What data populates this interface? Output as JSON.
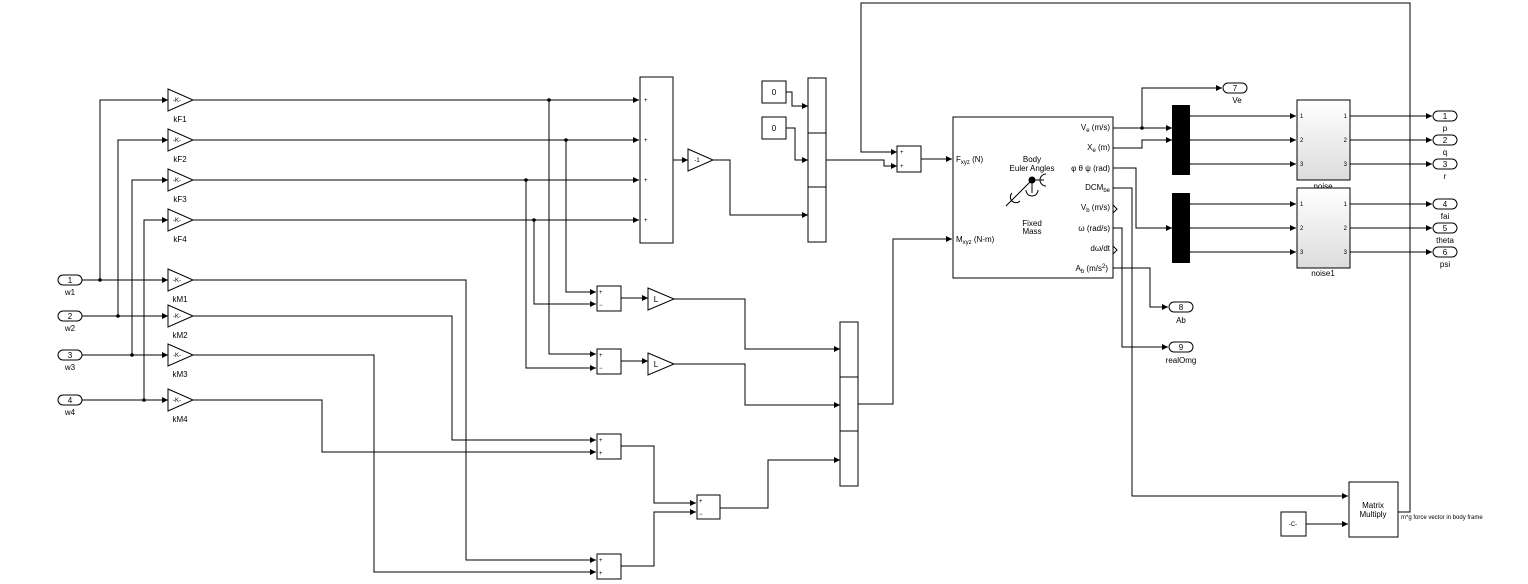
{
  "inports": [
    {
      "num": "1",
      "label": "w1"
    },
    {
      "num": "2",
      "label": "w2"
    },
    {
      "num": "3",
      "label": "w3"
    },
    {
      "num": "4",
      "label": "w4"
    }
  ],
  "gainsF": [
    {
      "text": "-K-",
      "label": "kF1"
    },
    {
      "text": "-K-",
      "label": "kF2"
    },
    {
      "text": "-K-",
      "label": "kF3"
    },
    {
      "text": "-K-",
      "label": "kF4"
    }
  ],
  "gainsM": [
    {
      "text": "-K-",
      "label": "kM1"
    },
    {
      "text": "-K-",
      "label": "kM2"
    },
    {
      "text": "-K-",
      "label": "kM3"
    },
    {
      "text": "-K-",
      "label": "kM4"
    }
  ],
  "gain_neg": "-1",
  "gain_L": [
    "L",
    "L"
  ],
  "constants": [
    "0",
    "0"
  ],
  "const_C": "-C-",
  "signs": {
    "plus": "+",
    "minus": "−"
  },
  "body_block": {
    "in_f": "F",
    "in_f_sub": "xyz",
    "in_f_unit": " (N)",
    "in_m": "M",
    "in_m_sub": "xyz",
    "in_m_unit": " (N-m)",
    "center1": "Body",
    "center2": "Euler Angles",
    "center3": "Fixed",
    "center4": "Mass",
    "out_ve": "V",
    "out_ve_sub": "e",
    "out_ve_unit": " (m/s)",
    "out_xe": "X",
    "out_xe_sub": "e",
    "out_xe_unit": " (m)",
    "out_euler": "φ θ ψ (rad)",
    "out_dcm": "DCM",
    "out_dcm_sub": "be",
    "out_vb": "V",
    "out_vb_sub": "b",
    "out_vb_unit": " (m/s)",
    "out_omega": "ω (rad/s)",
    "out_domega": "dω/dt",
    "out_ab": "A",
    "out_ab_sub": "b",
    "out_ab_unit": " (m/s",
    "out_ab_sup": "2",
    "out_ab_close": ")"
  },
  "noise_blocks": [
    {
      "label": "noise",
      "ports": [
        "1",
        "2",
        "3"
      ]
    },
    {
      "label": "noise1",
      "ports": [
        "1",
        "2",
        "3"
      ]
    }
  ],
  "matrix_multiply": {
    "line1": "Matrix",
    "line2": "Multiply",
    "note": "m*g force vector in body frame"
  },
  "outports": [
    {
      "num": "1",
      "label": "p"
    },
    {
      "num": "2",
      "label": "q"
    },
    {
      "num": "3",
      "label": "r"
    },
    {
      "num": "4",
      "label": "fai"
    },
    {
      "num": "5",
      "label": "theta"
    },
    {
      "num": "6",
      "label": "psi"
    },
    {
      "num": "7",
      "label": "Ve"
    },
    {
      "num": "8",
      "label": "Ab"
    },
    {
      "num": "9",
      "label": "realOmg"
    }
  ]
}
